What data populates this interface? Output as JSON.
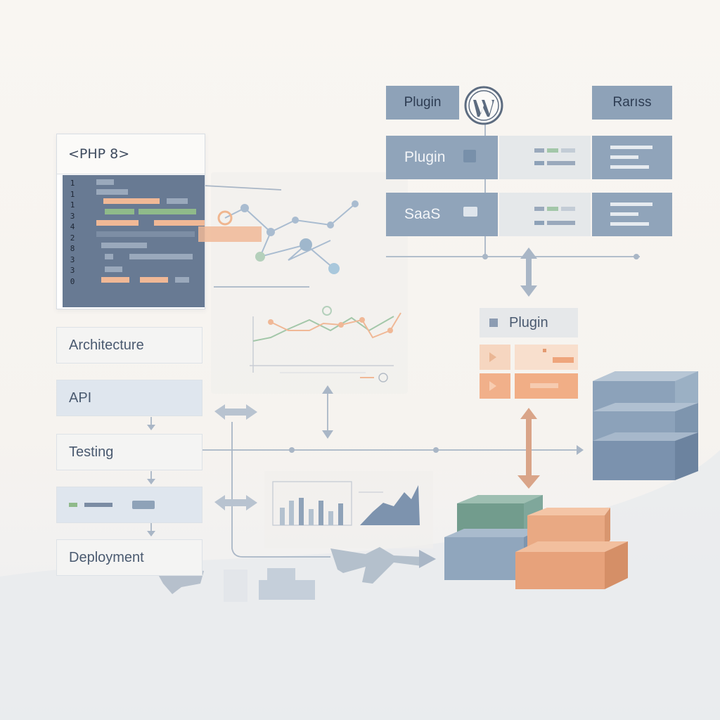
{
  "php_panel": {
    "title": "<PHP 8>",
    "line_numbers": [
      "1",
      "1",
      "1",
      "3",
      "4",
      "2",
      "8",
      "3",
      "3",
      "0"
    ]
  },
  "stack": {
    "architecture": "Architecture",
    "api": "API",
    "testing": "Testing",
    "deployment": "Deployment"
  },
  "top": {
    "plugin_tag": "Plugin",
    "right_tag": "Rarıss",
    "rows": [
      {
        "label": "Plugin"
      },
      {
        "label": "SaaS"
      }
    ]
  },
  "plugin_card": {
    "label": "Plugin"
  },
  "icons": {
    "wordpress": "wordpress-logo-icon",
    "database": "database-stack-icon",
    "blocks": "cube-blocks-icon"
  },
  "colors": {
    "slate": "#8ea2b8",
    "orange": "#f2b994",
    "green": "#7fa88c",
    "code_bg": "#687a93"
  }
}
